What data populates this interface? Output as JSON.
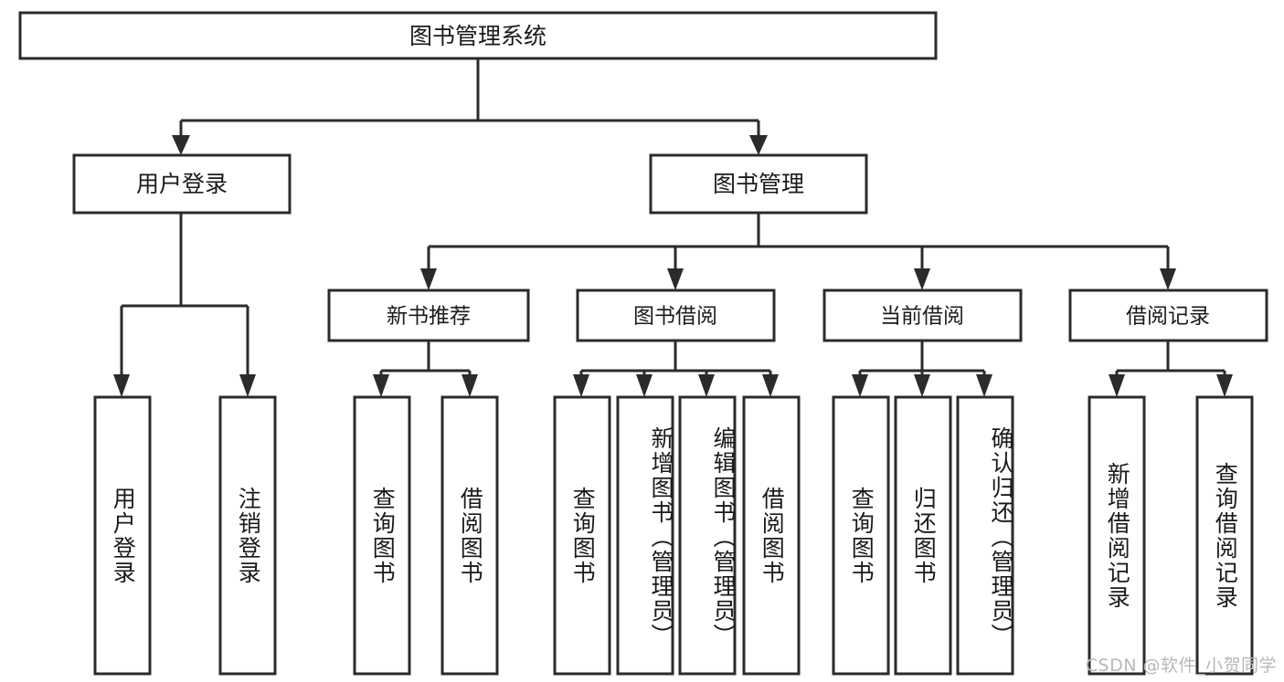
{
  "diagram": {
    "title": "图书管理系统",
    "type": "功能结构图",
    "root": {
      "id": "root",
      "label": "图书管理系统",
      "orientation": "horizontal"
    },
    "level2": [
      {
        "id": "user-login",
        "label": "用户登录",
        "orientation": "horizontal"
      },
      {
        "id": "book-manage",
        "label": "图书管理",
        "orientation": "horizontal"
      }
    ],
    "level3": [
      {
        "id": "new-book-recommend",
        "label": "新书推荐",
        "orientation": "horizontal",
        "parent": "book-manage"
      },
      {
        "id": "book-borrow",
        "label": "图书借阅",
        "orientation": "horizontal",
        "parent": "book-manage"
      },
      {
        "id": "current-borrow",
        "label": "当前借阅",
        "orientation": "horizontal",
        "parent": "book-manage"
      },
      {
        "id": "borrow-record",
        "label": "借阅记录",
        "orientation": "horizontal",
        "parent": "book-manage"
      }
    ],
    "leaves": [
      {
        "id": "leaf-user-login",
        "label": "用户登录",
        "parent": "user-login",
        "align": "middle"
      },
      {
        "id": "leaf-logout",
        "label": "注销登录",
        "parent": "user-login",
        "align": "middle"
      },
      {
        "id": "leaf-query-book-1",
        "label": "查询图书",
        "parent": "new-book-recommend",
        "align": "middle"
      },
      {
        "id": "leaf-borrow-book-1",
        "label": "借阅图书",
        "parent": "new-book-recommend",
        "align": "middle"
      },
      {
        "id": "leaf-query-book-2",
        "label": "查询图书",
        "parent": "book-borrow",
        "align": "middle"
      },
      {
        "id": "leaf-add-book",
        "label": "新增图书（管理员）",
        "parent": "book-borrow",
        "align": "top"
      },
      {
        "id": "leaf-edit-book",
        "label": "编辑图书（管理员）",
        "parent": "book-borrow",
        "align": "top"
      },
      {
        "id": "leaf-borrow-book-2",
        "label": "借阅图书",
        "parent": "book-borrow",
        "align": "middle"
      },
      {
        "id": "leaf-query-book-3",
        "label": "查询图书",
        "parent": "current-borrow",
        "align": "middle"
      },
      {
        "id": "leaf-return-book",
        "label": "归还图书",
        "parent": "current-borrow",
        "align": "middle"
      },
      {
        "id": "leaf-confirm-return",
        "label": "确认归还（管理员）",
        "parent": "current-borrow",
        "align": "top"
      },
      {
        "id": "leaf-add-record",
        "label": "新增借阅记录",
        "parent": "borrow-record",
        "align": "middle"
      },
      {
        "id": "leaf-query-record",
        "label": "查询借阅记录",
        "parent": "borrow-record",
        "align": "middle"
      }
    ],
    "colors": {
      "background": "#ffffff",
      "box_fill": "#ffffff",
      "box_stroke": "#2b2b2b",
      "connector": "#2b2b2b",
      "text": "#1a1a1a",
      "watermark": "#b8b8b8"
    }
  },
  "watermark": {
    "text": "CSDN @软件_小贺同学"
  }
}
